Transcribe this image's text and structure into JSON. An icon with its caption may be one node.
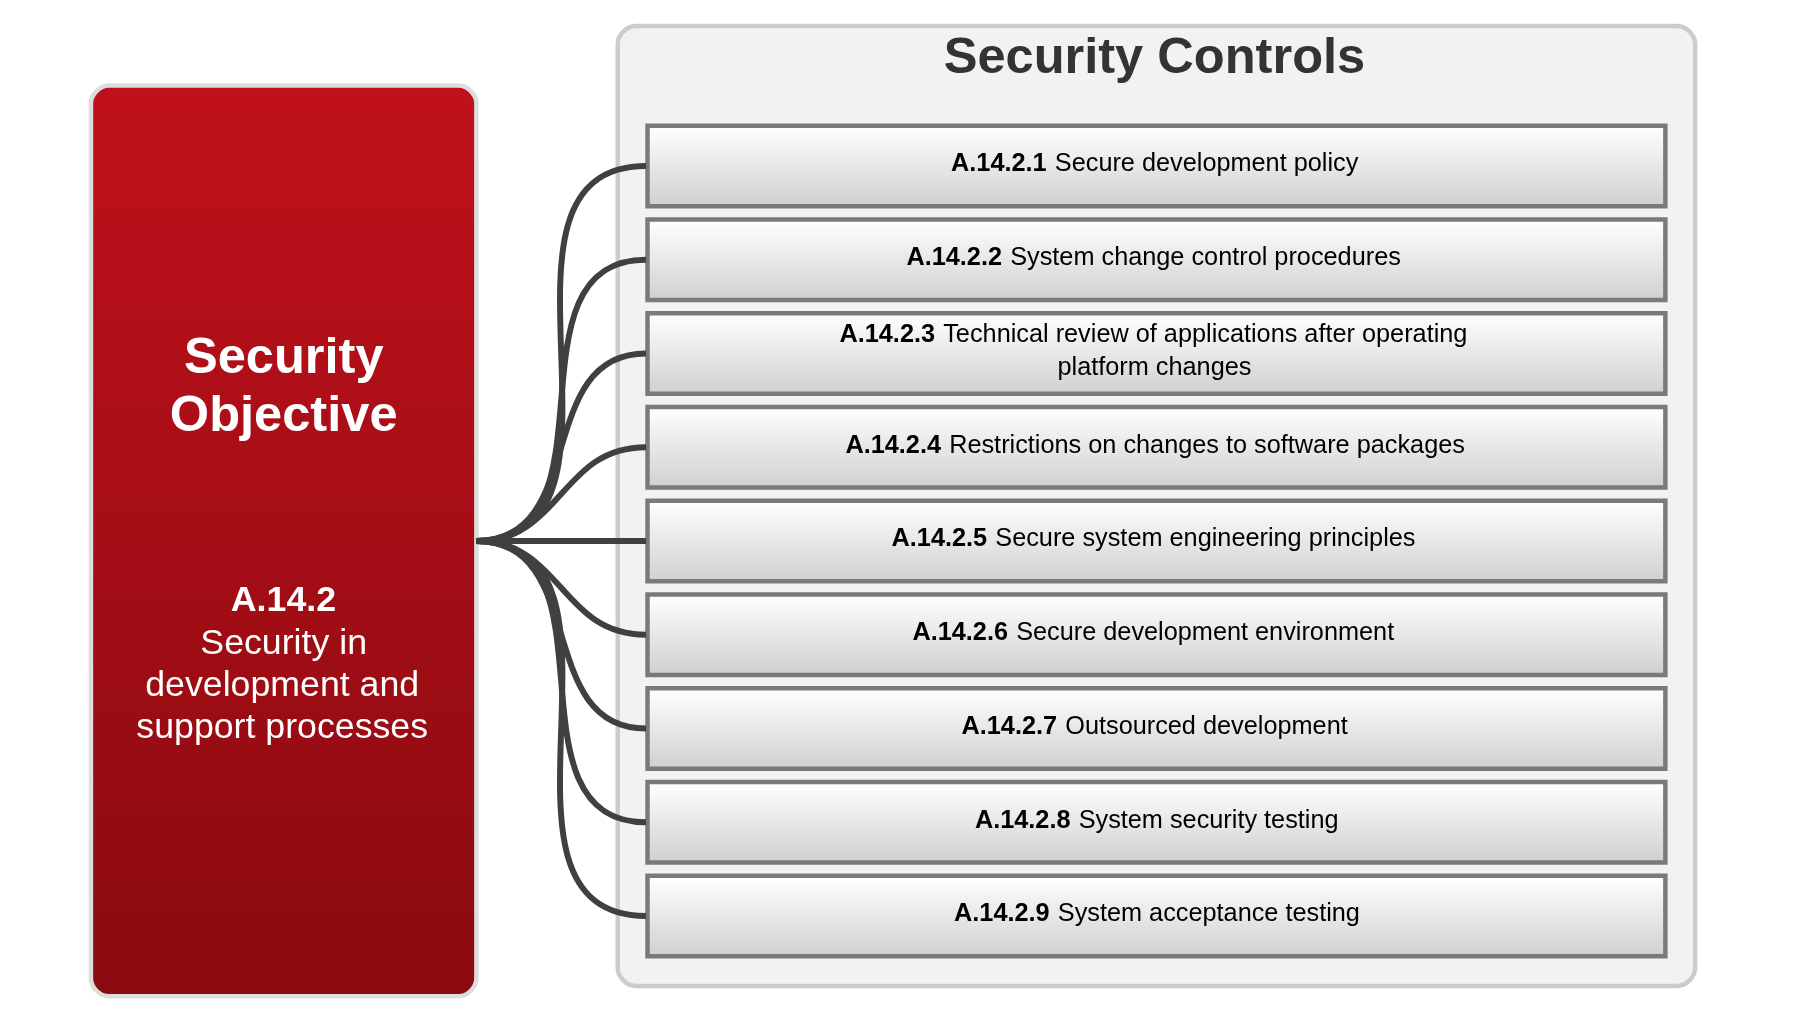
{
  "diagram": {
    "nodes": [
      {
        "text": [
          "Security Objective",
          "A.14.2",
          "Security in development and support processes"
        ]
      },
      {
        "text": [
          "Security Controls"
        ]
      },
      {
        "text": [
          "**A.14.2.1** Secure development policy"
        ],
        "in": 1
      },
      {
        "text": [
          "**A.14.2.2** System change control procedures"
        ],
        "in": 1
      },
      {
        "text": [
          "**A.14.2.3** Technical review of applications after operating platform changes"
        ],
        "in": 1
      },
      {
        "text": [
          "**A.14.2.4** Restrictions on changes to software packages"
        ],
        "in": 1
      },
      {
        "text": [
          "**A.14.2.5** Secure system engineering principles"
        ],
        "in": 1
      },
      {
        "text": [
          "**A.14.2.6** Secure development environment"
        ],
        "in": 1
      },
      {
        "text": [
          "**A.14.2.7** Outsourced development"
        ],
        "in": 1
      },
      {
        "text": [
          "**A.14.2.8** System security testing"
        ],
        "in": 1
      },
      {
        "text": [
          "**A.14.2.9** System acceptance testing"
        ],
        "in": 1
      }
    ],
    "edges": [
      {
        "from": 0,
        "to": 2,
        "arrow": "none"
      },
      {
        "from": 0,
        "to": 3,
        "arrow": "none"
      },
      {
        "from": 0,
        "to": 4,
        "arrow": "none"
      },
      {
        "from": 0,
        "to": 5,
        "arrow": "none"
      },
      {
        "from": 0,
        "to": 6,
        "arrow": "none"
      },
      {
        "from": 0,
        "to": 7,
        "arrow": "none"
      },
      {
        "from": 0,
        "to": 8,
        "arrow": "none"
      },
      {
        "from": 0,
        "to": 9,
        "arrow": "none"
      },
      {
        "from": 0,
        "to": 10,
        "arrow": "none"
      }
    ]
  }
}
